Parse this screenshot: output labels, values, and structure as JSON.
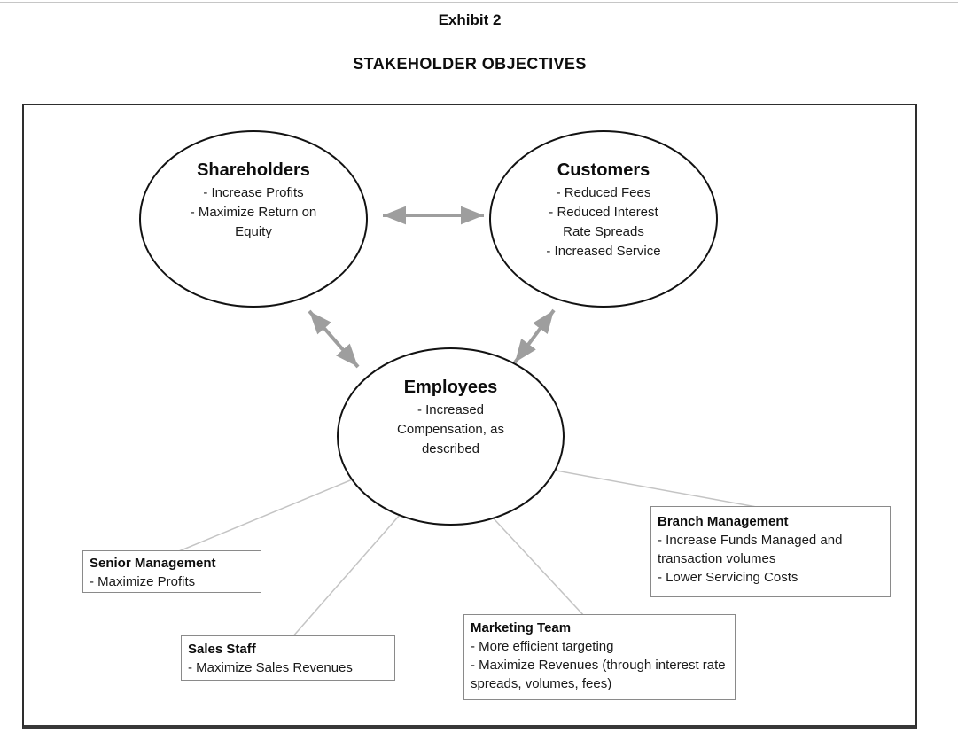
{
  "header": {
    "exhibit_label": "Exhibit 2",
    "title": "STAKEHOLDER OBJECTIVES"
  },
  "colors": {
    "arrow": "#9e9e9e",
    "connector": "#c4c4c4",
    "ellipse_border": "#121212",
    "box_border": "#8a8a8a",
    "frame_border": "#2e2e2e"
  },
  "nodes": {
    "shareholders": {
      "title": "Shareholders",
      "objectives": [
        "- Increase Profits",
        "- Maximize Return on Equity"
      ]
    },
    "customers": {
      "title": "Customers",
      "objectives": [
        "- Reduced Fees",
        "- Reduced Interest Rate Spreads",
        "- Increased Service"
      ]
    },
    "employees": {
      "title": "Employees",
      "objectives": [
        "- Increased Compensation, as described"
      ]
    },
    "senior_management": {
      "title": "Senior Management",
      "objectives": [
        "- Maximize Profits"
      ]
    },
    "sales_staff": {
      "title": "Sales Staff",
      "objectives": [
        "- Maximize Sales Revenues"
      ]
    },
    "marketing_team": {
      "title": "Marketing Team",
      "objectives": [
        "- More efficient targeting",
        "- Maximize Revenues (through interest rate spreads, volumes, fees)"
      ]
    },
    "branch_management": {
      "title": "Branch Management",
      "objectives": [
        "- Increase Funds Managed and transaction volumes",
        "- Lower Servicing Costs"
      ]
    }
  },
  "relations": {
    "shareholders_customers": "two-way arrow",
    "shareholders_employees": "two-way arrow",
    "customers_employees": "two-way arrow",
    "employees_senior_management": "line",
    "employees_sales_staff": "line",
    "employees_marketing_team": "line",
    "employees_branch_management": "line"
  }
}
